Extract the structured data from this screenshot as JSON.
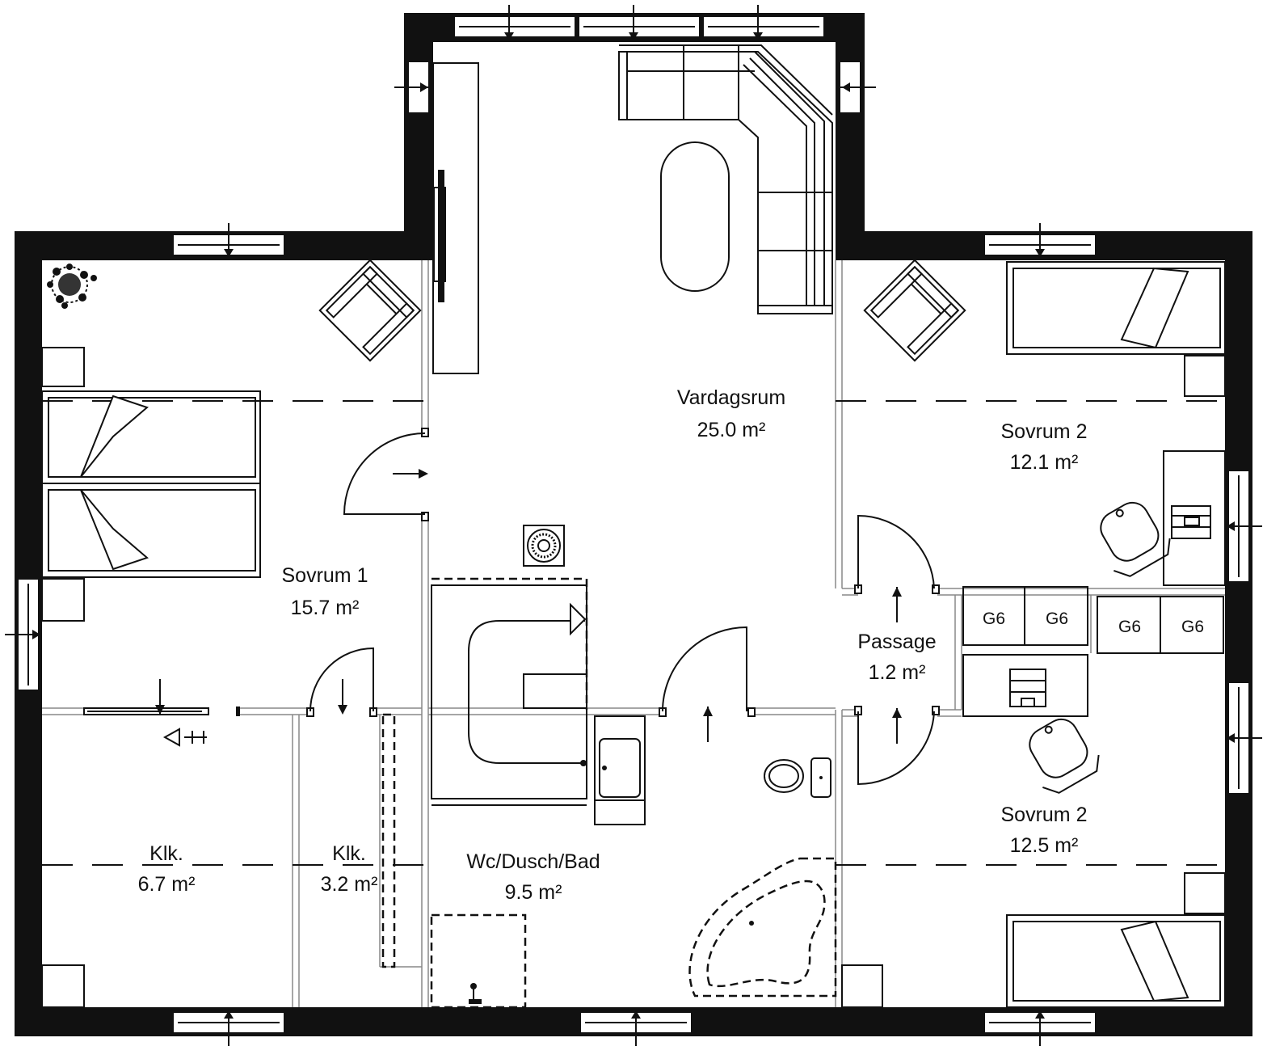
{
  "floor_plan": {
    "rooms": [
      {
        "id": "vardagsrum",
        "name": "Vardagsrum",
        "area": "25.0 m²"
      },
      {
        "id": "sovrum-1",
        "name": "Sovrum 1",
        "area": "15.7 m²"
      },
      {
        "id": "sovrum-2-upper",
        "name": "Sovrum 2",
        "area": "12.1 m²"
      },
      {
        "id": "sovrum-2-lower",
        "name": "Sovrum 2",
        "area": "12.5 m²"
      },
      {
        "id": "passage",
        "name": "Passage",
        "area": "1.2 m²"
      },
      {
        "id": "klk-large",
        "name": "Klk.",
        "area": "6.7 m²"
      },
      {
        "id": "klk-small",
        "name": "Klk.",
        "area": "3.2 m²"
      },
      {
        "id": "wc-dusch-bad",
        "name": "Wc/Dusch/Bad",
        "area": "9.5 m²"
      }
    ],
    "cabinet_labels": [
      "G6",
      "G6",
      "G6",
      "G6"
    ]
  }
}
